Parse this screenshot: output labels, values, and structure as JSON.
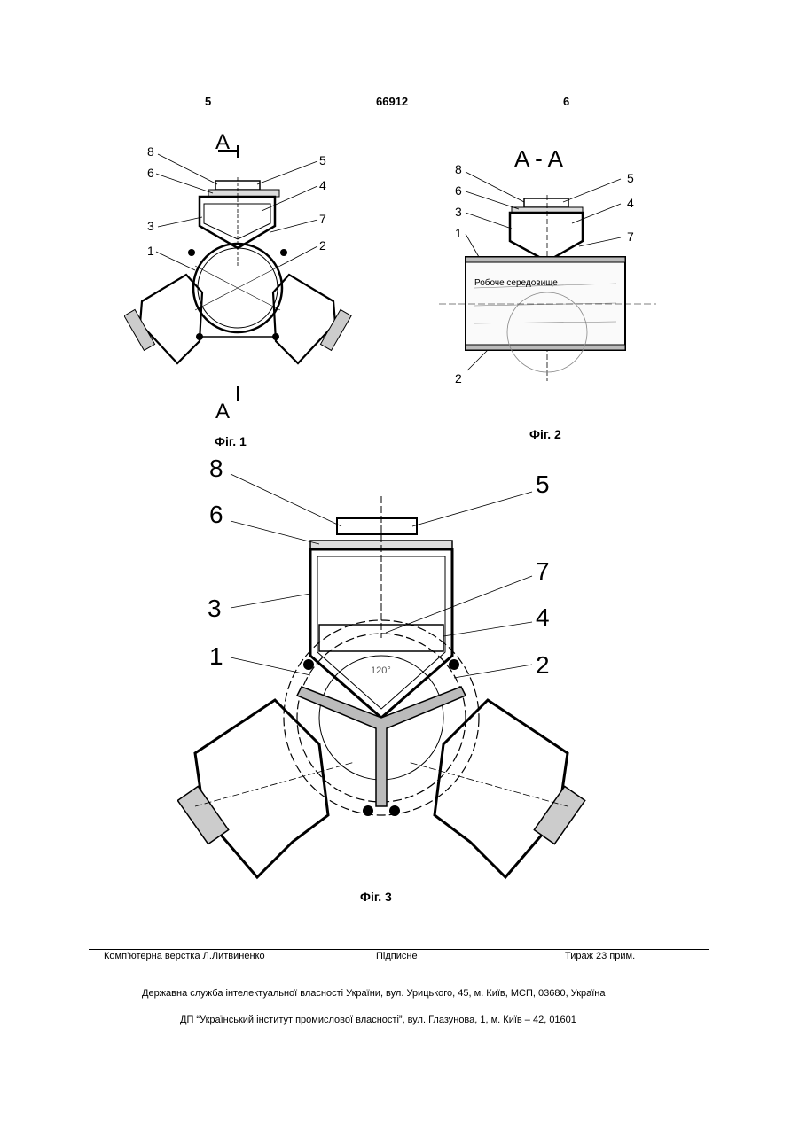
{
  "header": {
    "page_left": "5",
    "patent_number": "66912",
    "page_right": "6"
  },
  "fig1": {
    "caption": "Фіг. 1",
    "section_label_top": "A",
    "section_label_bottom": "A",
    "labels": [
      "8",
      "6",
      "3",
      "1",
      "5",
      "4",
      "7",
      "2"
    ]
  },
  "fig2": {
    "caption": "Фіг. 2",
    "title": "A - A",
    "medium_label": "Робоче середовище",
    "labels": [
      "8",
      "6",
      "3",
      "1",
      "2",
      "5",
      "4",
      "7"
    ]
  },
  "fig3": {
    "caption": "Фіг. 3",
    "angle_label": "120°",
    "labels": [
      "8",
      "6",
      "3",
      "1",
      "5",
      "7",
      "4",
      "2"
    ]
  },
  "footer": {
    "layout": "Комп’ютерна верстка Л.Литвиненко",
    "signed": "Підписне",
    "circulation": "Тираж 23 прим.",
    "agency": "Державна служба інтелектуальної власності України, вул. Урицького, 45, м. Київ, МСП, 03680, Україна",
    "institute": "ДП “Український інститут промислової власності”, вул. Глазунова, 1, м. Київ – 42, 01601"
  }
}
